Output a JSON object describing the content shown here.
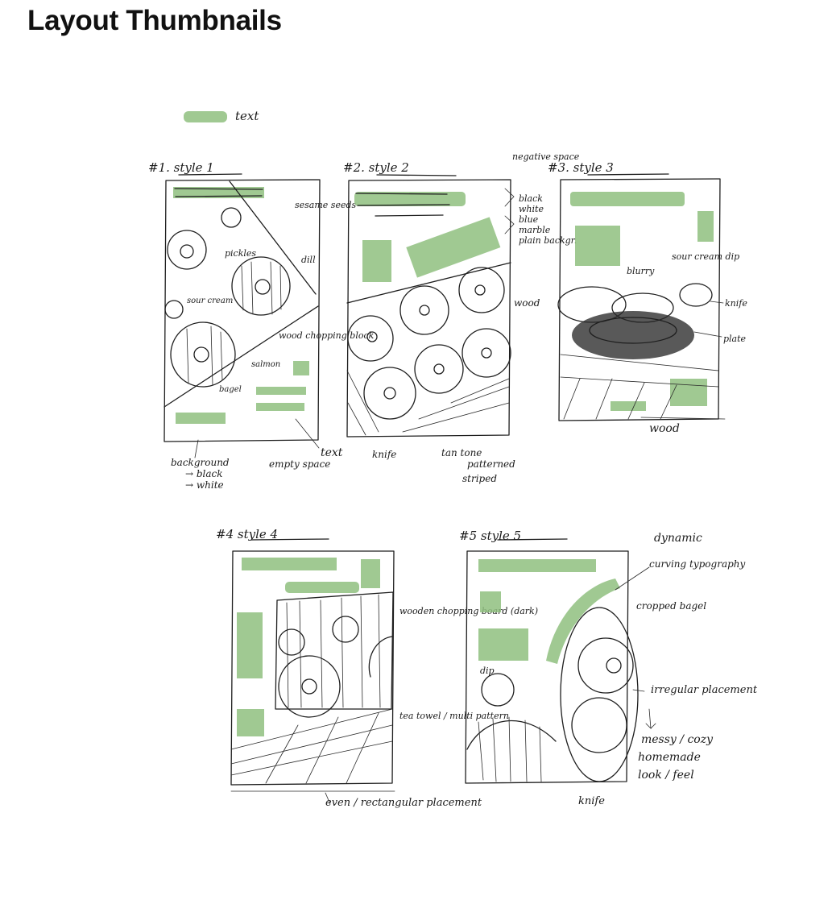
{
  "page": {
    "title": "Layout Thumbnails"
  },
  "colors": {
    "marker_green": "#8fbf7f",
    "ink": "#1e1e1e"
  },
  "legend": {
    "label": "text"
  },
  "sketches": [
    {
      "heading": "#1. style 1",
      "notes": [
        "sesame seeds",
        "pickles",
        "dill",
        "sour cream",
        "wood chopping block",
        "salmon",
        "bagel",
        "background",
        "→ black",
        "→ white",
        "empty space",
        "text"
      ]
    },
    {
      "heading": "#2. style 2",
      "notes": [
        "negative space",
        "black",
        "white",
        "blue",
        "marble",
        "plain backgr.",
        "wood",
        "knife",
        "tan tone",
        "patterned",
        "striped"
      ]
    },
    {
      "heading": "#3. style 3",
      "notes": [
        "blurry",
        "sour cream dip",
        "knife",
        "plate",
        "wood"
      ]
    },
    {
      "heading": "#4 style 4",
      "notes": [
        "wooden chopping board (dark)",
        "tea towel / multi pattern",
        "even / rectangular placement"
      ]
    },
    {
      "heading": "#5 style 5",
      "notes": [
        "dynamic",
        "curving typography",
        "cropped bagel",
        "dip",
        "irregular placement",
        "messy / cozy",
        "homemade",
        "look / feel",
        "knife"
      ]
    }
  ]
}
